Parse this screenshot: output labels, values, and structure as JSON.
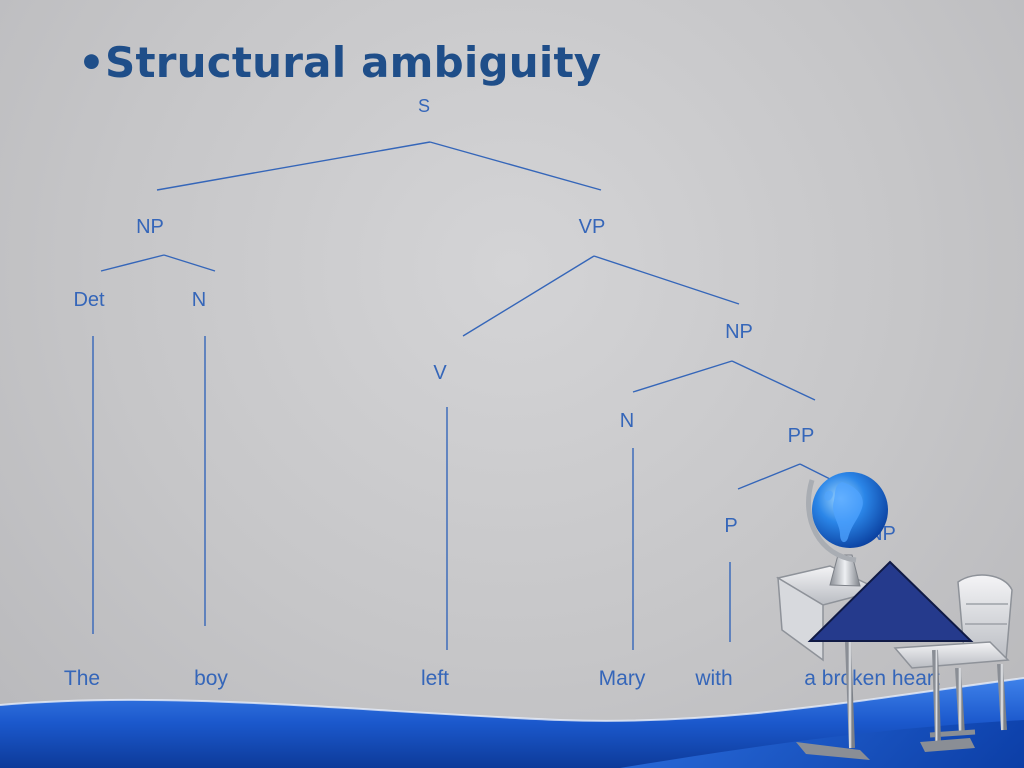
{
  "title": {
    "bullet": "•",
    "text": "Structural ambiguity"
  },
  "tree": {
    "nodes": {
      "s": "S",
      "np_subject": "NP",
      "vp": "VP",
      "det": "Det",
      "n_subject": "N",
      "np_object": "NP",
      "v": "V",
      "n_object": "N",
      "pp": "PP",
      "p": "P",
      "np_pp": "NP"
    },
    "words": {
      "the": "The",
      "boy": "boy",
      "left": "left",
      "mary": "Mary",
      "with": "with",
      "broken_heart": "a broken heart"
    }
  },
  "colors": {
    "title": "#1f4e89",
    "tree": "#3566b9",
    "background": "#c8c8ca",
    "wave": "#1d5fd6"
  },
  "clipart": {
    "icon": "school-desk-with-globe-and-triangle"
  }
}
